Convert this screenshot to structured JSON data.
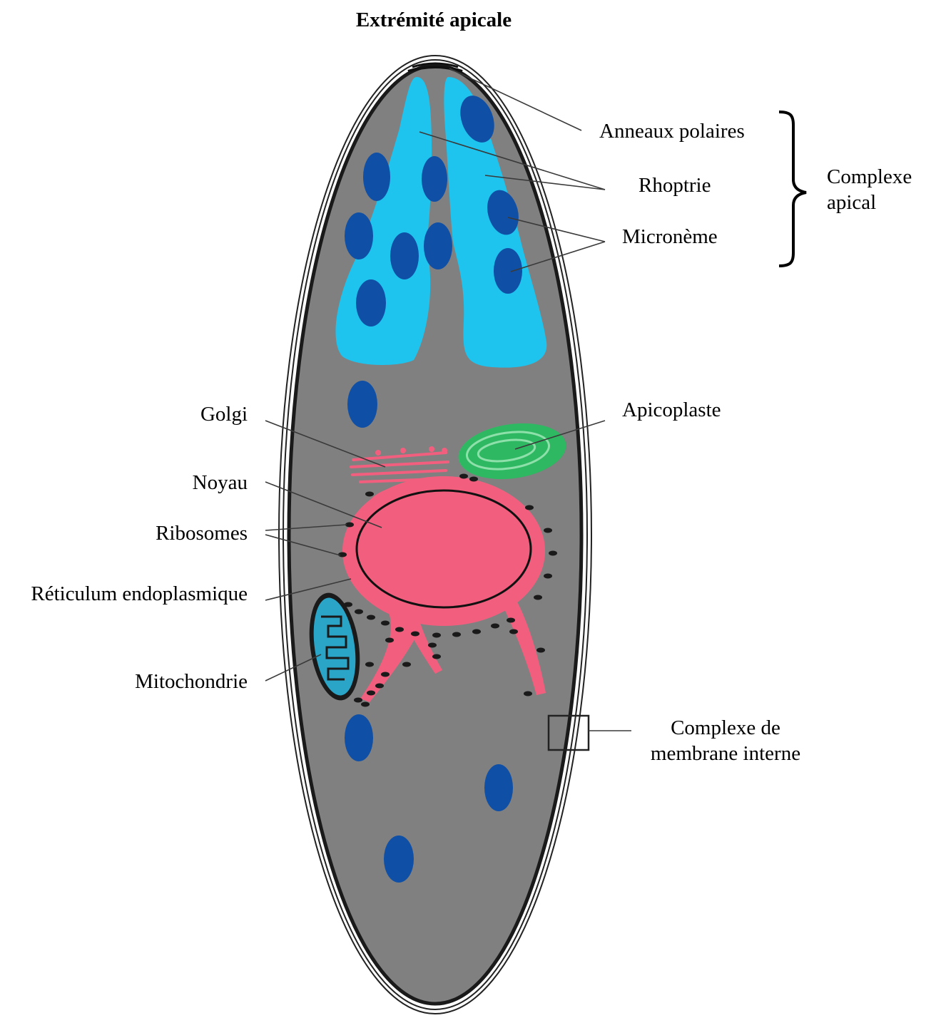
{
  "title": "Extrémité apicale",
  "labels": {
    "anneaux_polaires": "Anneaux polaires",
    "rhoptrie": "Rhoptrie",
    "microneme": "Micronème",
    "complexe_apical_line1": "Complexe",
    "complexe_apical_line2": "apical",
    "apicoplaste": "Apicoplaste",
    "golgi": "Golgi",
    "noyau": "Noyau",
    "ribosomes": "Ribosomes",
    "reticulum": "Réticulum endoplasmique",
    "mitochondrie": "Mitochondrie",
    "cmi_line1": "Complexe de",
    "cmi_line2": "membrane interne"
  },
  "colors": {
    "cytoplasm": "#808080",
    "membrane": "#1a1a1a",
    "rhoptry": "#1ec4ee",
    "microneme": "#0f4fa6",
    "nucleus": "#f25f7e",
    "apicoplast": "#2fb862",
    "apicoplast_inner": "#8ee0aa",
    "mitochondrion": "#2aa5c8",
    "ribosome": "#1a1a1a"
  }
}
